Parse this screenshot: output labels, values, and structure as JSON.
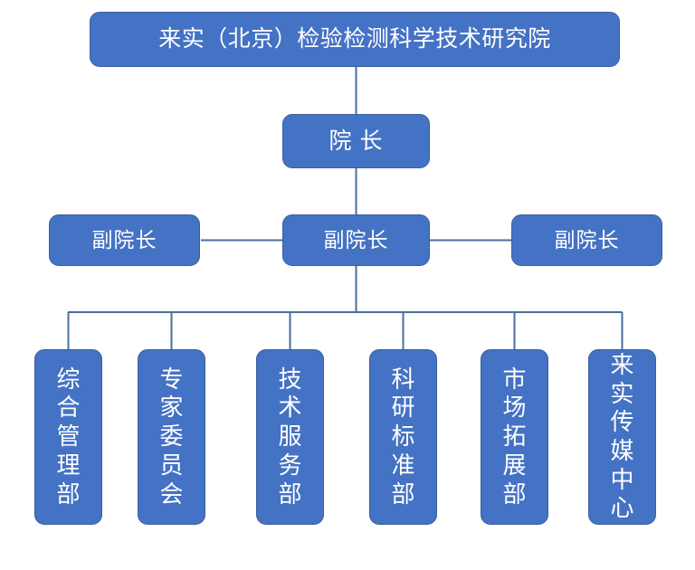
{
  "chart_data": {
    "type": "diagram",
    "diagram_type": "organizational-chart",
    "title": "来实（北京）检验检测科学技术研究院",
    "orientation": "top-down",
    "levels": 4,
    "node_fill_color": "#4472C4",
    "node_border_color": "#3a5f9e",
    "connector_color": "#4a6f9e",
    "text_color": "#ffffff",
    "background_color": "#ffffff",
    "nodes": [
      {
        "id": "root",
        "label": "来实（北京）检验检测科学技术研究院",
        "level": 0
      },
      {
        "id": "dir",
        "label": "院 长",
        "level": 1
      },
      {
        "id": "dep-l",
        "label": "副院长",
        "level": 2
      },
      {
        "id": "dep-c",
        "label": "副院长",
        "level": 2
      },
      {
        "id": "dep-r",
        "label": "副院长",
        "level": 2
      },
      {
        "id": "dept-1",
        "label": "综合管理部",
        "level": 3
      },
      {
        "id": "dept-2",
        "label": "专家委员会",
        "level": 3
      },
      {
        "id": "dept-3",
        "label": "技术服务部",
        "level": 3
      },
      {
        "id": "dept-4",
        "label": "科研标准部",
        "level": 3
      },
      {
        "id": "dept-5",
        "label": "市场拓展部",
        "level": 3
      },
      {
        "id": "dept-6",
        "label": "来实传媒中心",
        "level": 3
      }
    ],
    "edges": [
      {
        "from": "root",
        "to": "dir"
      },
      {
        "from": "dir",
        "to": "dep-c"
      },
      {
        "from": "dep-c",
        "to": "dep-l"
      },
      {
        "from": "dep-c",
        "to": "dep-r"
      },
      {
        "from": "dep-c",
        "to": "dept-1"
      },
      {
        "from": "dep-c",
        "to": "dept-2"
      },
      {
        "from": "dep-c",
        "to": "dept-3"
      },
      {
        "from": "dep-c",
        "to": "dept-4"
      },
      {
        "from": "dep-c",
        "to": "dept-5"
      },
      {
        "from": "dep-c",
        "to": "dept-6"
      }
    ]
  },
  "root": {
    "label": "来实（北京）检验检测科学技术研究院"
  },
  "director": {
    "label": "院 长"
  },
  "deputies": [
    {
      "label": "副院长"
    },
    {
      "label": "副院长"
    },
    {
      "label": "副院长"
    }
  ],
  "departments": [
    {
      "label": "综合管理部",
      "chars": [
        "综",
        "合",
        "管",
        "理",
        "部"
      ]
    },
    {
      "label": "专家委员会",
      "chars": [
        "专",
        "家",
        "委",
        "员",
        "会"
      ]
    },
    {
      "label": "技术服务部",
      "chars": [
        "技",
        "术",
        "服",
        "务",
        "部"
      ]
    },
    {
      "label": "科研标准部",
      "chars": [
        "科",
        "研",
        "标",
        "准",
        "部"
      ]
    },
    {
      "label": "市场拓展部",
      "chars": [
        "市",
        "场",
        "拓",
        "展",
        "部"
      ]
    },
    {
      "label": "来实传媒中心",
      "chars": [
        "来",
        "实",
        "传",
        "媒",
        "中",
        "心"
      ]
    }
  ]
}
